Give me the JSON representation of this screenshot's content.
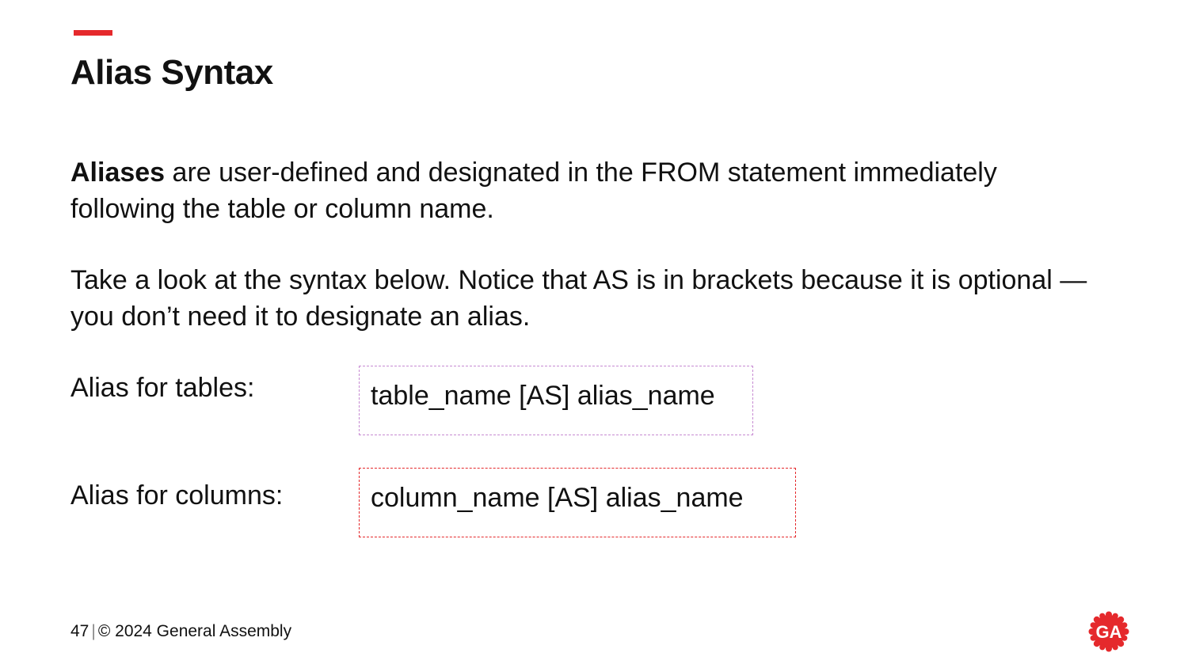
{
  "slide": {
    "title": "Alias Syntax",
    "paragraph1": {
      "bold_term": "Aliases",
      "text": " are user-defined and designated in the FROM statement immediately following the table or column name."
    },
    "paragraph2": "Take a look at the syntax below. Notice that AS is in brackets because it is optional — you don’t need it to designate an alias.",
    "rows": [
      {
        "label": "Alias for tables:",
        "code": "table_name [AS] alias_name",
        "border_color": "#c78ad2"
      },
      {
        "label": "Alias for columns:",
        "code": "column_name [AS] alias_name",
        "border_color": "#e5292c"
      }
    ]
  },
  "footer": {
    "page_number": "47",
    "separator": "|",
    "copyright": "© 2024 General Assembly"
  },
  "logo": {
    "text": "GA",
    "icon": "general-assembly-logo-icon",
    "color": "#e5292c"
  },
  "colors": {
    "accent": "#e5292c",
    "text": "#111111",
    "background": "#ffffff"
  }
}
